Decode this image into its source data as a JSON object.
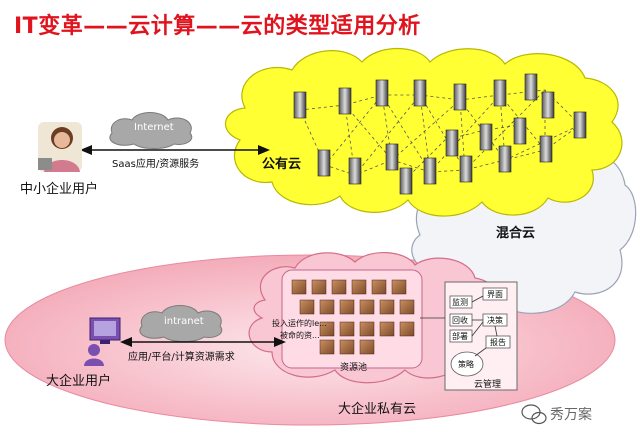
{
  "title": "IT变革——云计算——云的类型适用分析",
  "public_cloud": {
    "label": "公有云"
  },
  "hybrid_cloud": {
    "label": "混合云"
  },
  "private_cloud": {
    "label": "大企业私有云"
  },
  "sme_user": {
    "label": "中小企业用户",
    "network": "Internet",
    "service": "Saas应用/资源服务"
  },
  "enterprise_user": {
    "label": "大企业用户",
    "network": "intranet",
    "request": "应用/平台/计算资源需求"
  },
  "resource_pool": {
    "label": "资源池",
    "notes": [
      "投入运作的le...",
      "被命的资..."
    ]
  },
  "cloud_management": {
    "label": "云管理",
    "boxes": [
      "监测",
      "界面",
      "回收",
      "决策",
      "部署",
      "报告",
      "策略"
    ]
  },
  "watermark": "秀万案",
  "colors": {
    "title": "#e0141e",
    "public_cloud": "#ffff33",
    "private_outer": "#f7b2be",
    "hybrid": "#f2f4f8"
  }
}
